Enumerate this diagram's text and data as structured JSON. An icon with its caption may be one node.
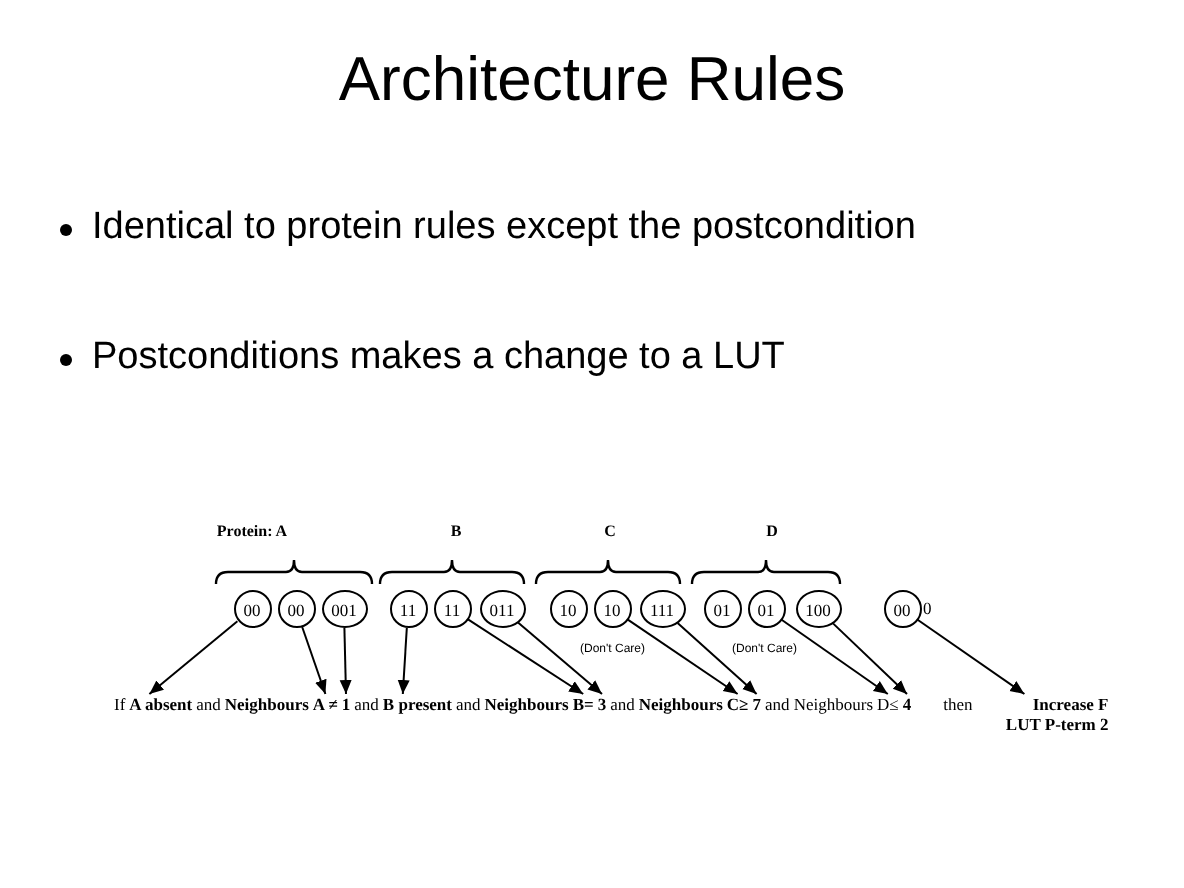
{
  "diagram": {
    "title": "Architecture Rules",
    "nodes": [
      {
        "text": [
          "00"
        ]
      },
      {
        "text": [
          "00"
        ]
      },
      {
        "text": [
          "001"
        ]
      },
      {
        "text": [
          "11"
        ]
      },
      {
        "text": [
          "11"
        ]
      },
      {
        "text": [
          "011"
        ]
      },
      {
        "text": [
          "10"
        ]
      },
      {
        "text": [
          "10"
        ]
      },
      {
        "text": [
          "111"
        ]
      },
      {
        "text": [
          "01"
        ]
      },
      {
        "text": [
          "01"
        ]
      },
      {
        "text": [
          "100"
        ]
      },
      {
        "text": [
          "00"
        ],
        "beside": [
          "0"
        ]
      },
      {
        "text": [
          "A absent"
        ]
      },
      {
        "text": [
          "A ≠"
        ]
      },
      {
        "text": [
          "1"
        ]
      },
      {
        "text": [
          "B present"
        ]
      },
      {
        "text": [
          "B="
        ]
      },
      {
        "text": [
          "3"
        ]
      },
      {
        "text": [
          "C≥"
        ]
      },
      {
        "text": [
          "7"
        ]
      },
      {
        "text": [
          "D≤"
        ]
      },
      {
        "text": [
          "4"
        ]
      },
      {
        "text": [
          "Increase F LUT P-term 2"
        ]
      }
    ],
    "edges": [
      {
        "from": 0,
        "to": 13,
        "arrow": "to"
      },
      {
        "from": 1,
        "to": 14,
        "arrow": "to"
      },
      {
        "from": 2,
        "to": 15,
        "arrow": "to"
      },
      {
        "from": 3,
        "to": 16,
        "arrow": "to"
      },
      {
        "from": 4,
        "to": 17,
        "arrow": "to"
      },
      {
        "from": 5,
        "to": 18,
        "arrow": "to"
      },
      {
        "from": 7,
        "to": 19,
        "arrow": "to"
      },
      {
        "from": 8,
        "to": 20,
        "arrow": "to"
      },
      {
        "from": 10,
        "to": 21,
        "arrow": "to"
      },
      {
        "from": 11,
        "to": 22,
        "arrow": "to"
      },
      {
        "from": 12,
        "to": 23,
        "arrow": "to"
      }
    ],
    "labels": [
      "Identical to protein rules except the postcondition",
      "Postconditions makes a change to a LUT",
      "Protein: A",
      "B",
      "C",
      "D",
      "(Don't Care)",
      "(Don't Care)",
      "If",
      "and",
      "Neighbours",
      "and",
      "and",
      "Neighbours",
      "and",
      "Neighbours",
      "and Neighbours",
      "then"
    ]
  }
}
